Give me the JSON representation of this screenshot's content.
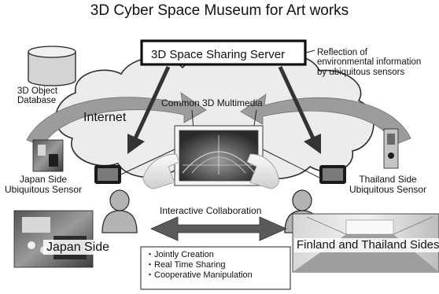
{
  "title": "3D Cyber Space Museum for Art works",
  "server": {
    "label": "3D Space Sharing Server"
  },
  "reflection": {
    "lines": [
      "Reflection of",
      "environmental information",
      "by ubiquitous sensors"
    ]
  },
  "database": {
    "lines": [
      "3D Object",
      "Database"
    ]
  },
  "network": {
    "label": "Internet"
  },
  "content": {
    "label": "Common 3D Multimedia"
  },
  "japan_sensor": {
    "lines": [
      "Japan Side",
      "Ubiquitous Sensor"
    ]
  },
  "thai_sensor": {
    "lines": [
      "Thailand Side",
      "Ubiquitous Sensor"
    ]
  },
  "collaboration": {
    "label": "Interactive Collaboration"
  },
  "sites": {
    "japan": "Japan Side",
    "finland_thailand": "Finland and Thailand Sides"
  },
  "features": [
    "・Jointly Creation",
    "・Real Time Sharing",
    "・Cooperative Manipulation"
  ],
  "icons": [
    "database-icon",
    "cloud-icon",
    "tablet-icon",
    "person-icon",
    "camera-icon",
    "hand-icon",
    "double-arrow-icon"
  ]
}
